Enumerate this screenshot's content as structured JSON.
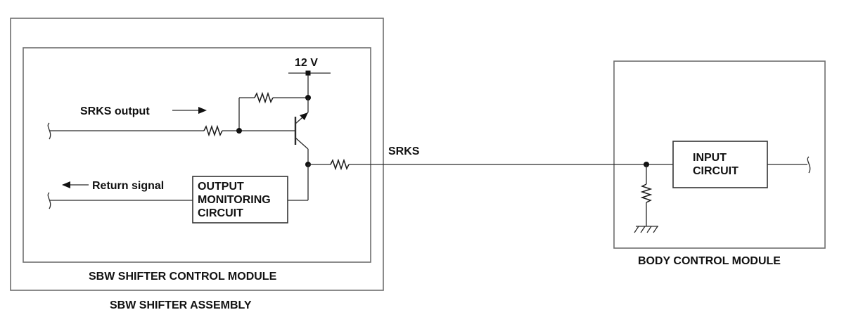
{
  "labels": {
    "supply_voltage": "12 V",
    "srks_output": "SRKS output",
    "return_signal": "Return signal",
    "output_monitoring": [
      "OUTPUT",
      "MONITORING",
      "CIRCUIT"
    ],
    "srks_line": "SRKS",
    "input_circuit": [
      "INPUT",
      "CIRCUIT"
    ],
    "shifter_control_module": "SBW SHIFTER CONTROL MODULE",
    "shifter_assembly": "SBW SHIFTER ASSEMBLY",
    "body_control_module": "BODY CONTROL MODULE"
  }
}
